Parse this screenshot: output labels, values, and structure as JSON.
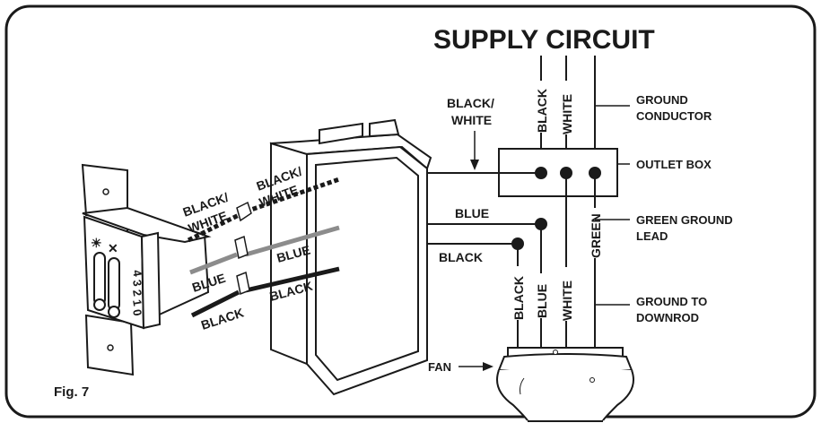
{
  "title": "SUPPLY CIRCUIT",
  "figure_label": "Fig. 7",
  "labels": {
    "supply_black": "BLACK",
    "supply_white": "WHITE",
    "ground_conductor_1": "GROUND",
    "ground_conductor_2": "CONDUCTOR",
    "black_white_top_1": "BLACK/",
    "black_white_top_2": "WHITE",
    "outlet_box": "OUTLET BOX",
    "blue_right": "BLUE",
    "black_right": "BLACK",
    "green_vertical": "GREEN",
    "green_ground_lead_1": "GREEN GROUND",
    "green_ground_lead_2": "LEAD",
    "fan_black": "BLACK",
    "fan_blue": "BLUE",
    "fan_white": "WHITE",
    "ground_to_downrod_1": "GROUND TO",
    "ground_to_downrod_2": "DOWNROD",
    "fan": "FAN",
    "wire_black_white_a_1": "BLACK/",
    "wire_black_white_a_2": "WHITE",
    "wire_black_white_b_1": "BLACK/",
    "wire_black_white_b_2": "WHITE",
    "wire_blue_left": "BLUE",
    "wire_blue_box": "BLUE",
    "wire_black_left": "BLACK",
    "wire_black_box": "BLACK"
  },
  "switch_marks": {
    "speeds": [
      "4",
      "3",
      "2",
      "1",
      "0"
    ],
    "light_icon": "light-icon",
    "fan_icon": "fan-icon"
  },
  "colors": {
    "ink": "#1a1a1a",
    "blue_wire": "#8c8c8c",
    "frame": "#1a1a1a",
    "background": "#ffffff"
  }
}
